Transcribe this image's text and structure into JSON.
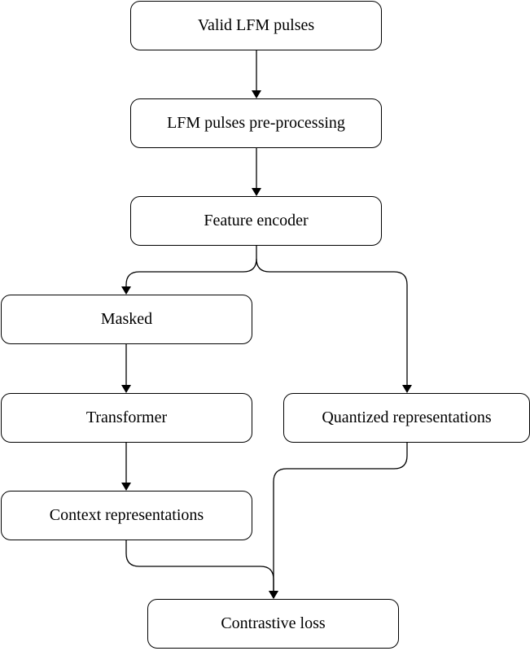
{
  "nodes": {
    "valid_pulses": "Valid LFM pulses",
    "preprocessing": "LFM pulses pre-processing",
    "feature_encoder": "Feature encoder",
    "masked": "Masked",
    "transformer": "Transformer",
    "quantized": "Quantized representations",
    "context": "Context representations",
    "contrastive_loss": "Contrastive loss"
  },
  "colors": {
    "stroke": "#000000",
    "background": "#ffffff"
  }
}
